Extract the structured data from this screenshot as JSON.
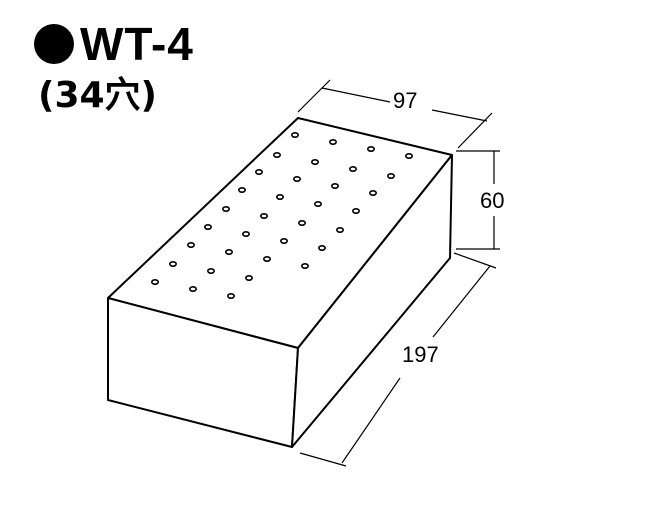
{
  "title": {
    "model": "WT-4",
    "holes": "(34穴)"
  },
  "dimensions": {
    "width": "97",
    "height": "60",
    "length": "197"
  },
  "hole_count": 34,
  "colors": {
    "stroke": "#000000",
    "background": "#ffffff"
  },
  "icons": {
    "bullet": "filled-circle-bullet"
  }
}
